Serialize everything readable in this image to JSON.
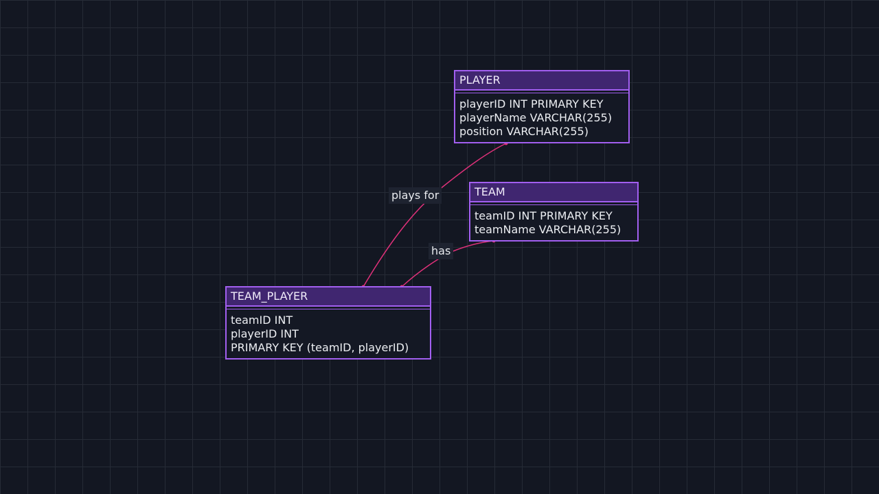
{
  "colors": {
    "background": "#131722",
    "grid": "#262b36",
    "entity_border": "#a25ff0",
    "entity_header": "#402670",
    "relationship_line": "#e0317a"
  },
  "entities": {
    "player": {
      "name": "PLAYER",
      "attributes": [
        "playerID INT PRIMARY KEY",
        "playerName VARCHAR(255)",
        "position VARCHAR(255)"
      ]
    },
    "team": {
      "name": "TEAM",
      "attributes": [
        "teamID INT PRIMARY KEY",
        "teamName VARCHAR(255)"
      ]
    },
    "team_player": {
      "name": "TEAM_PLAYER",
      "attributes": [
        "teamID INT",
        "playerID INT",
        "PRIMARY KEY (teamID, playerID)"
      ]
    }
  },
  "relationships": {
    "plays_for": {
      "label": "plays for",
      "from": "team_player",
      "to": "player"
    },
    "has": {
      "label": "has",
      "from": "team_player",
      "to": "team"
    }
  }
}
